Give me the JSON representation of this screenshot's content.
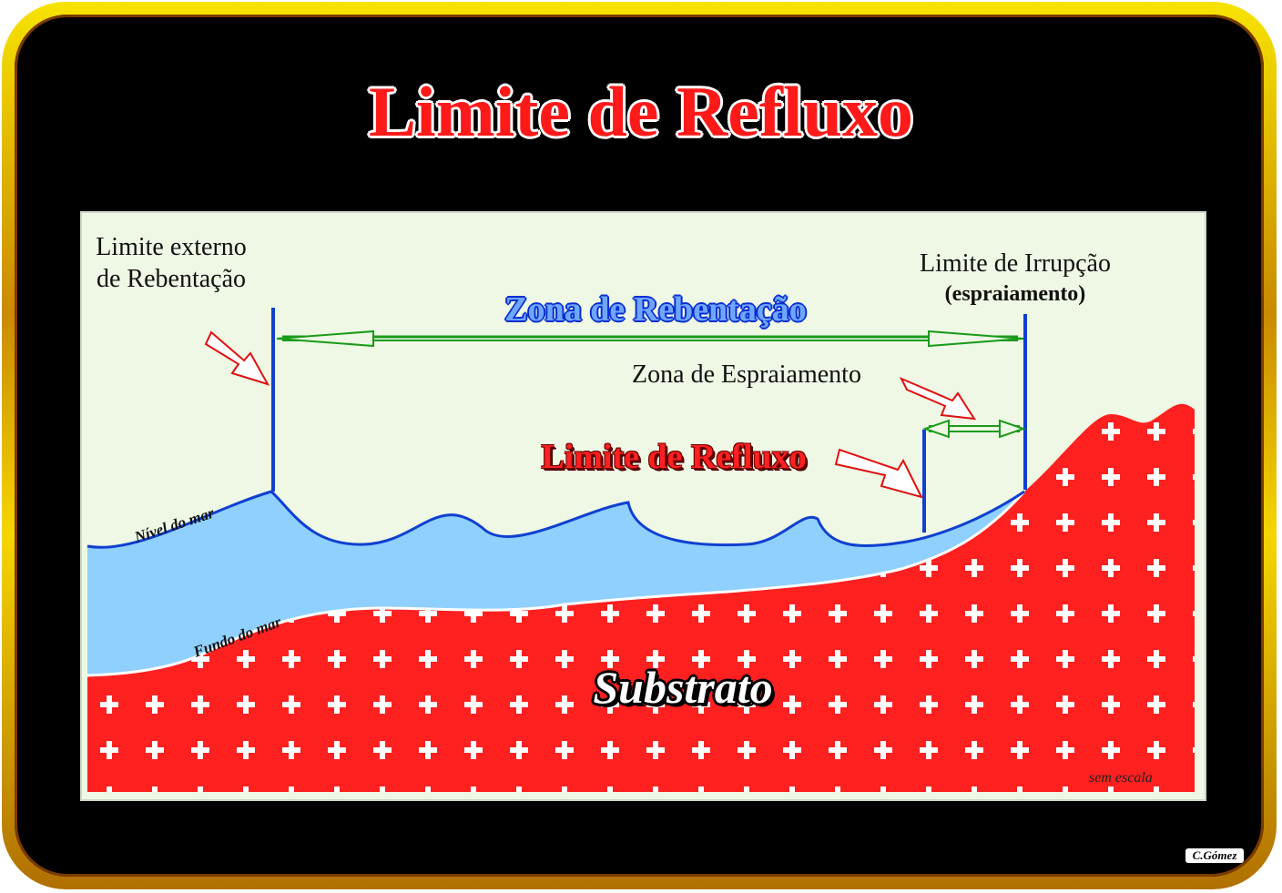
{
  "title": "Limite de Refluxo",
  "labels": {
    "outer_breaker_limit": "Limite externo de Rebentação",
    "surf_zone": "Zona de Rebentação",
    "uprush_limit": "Limite de Irrupção",
    "uprush_limit_sub": "(espraiamento)",
    "swash_zone": "Zona de Espraiamento",
    "backwash_limit": "Limite de Refluxo",
    "sea_level": "Nível do mar",
    "sea_floor": "Fundo do mar",
    "substrate": "Substrato",
    "no_scale": "sem escala"
  },
  "signature": "C.Gómez",
  "colors": {
    "frame_gold": "#f5d600",
    "background": "#000000",
    "panel": "#eef8e4",
    "water": "#8fd0ff",
    "water_line": "#1040d0",
    "substrate": "#ff2020",
    "arrow_green": "#1a9a1a",
    "limit_line": "#1040d0"
  }
}
